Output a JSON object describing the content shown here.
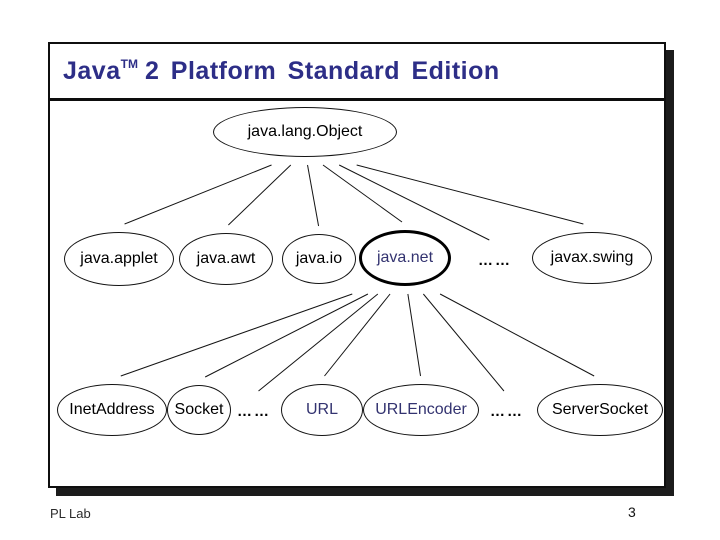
{
  "colors": {
    "title_text": "#2D2E87",
    "highlight_text": "#333370",
    "line": "#141414"
  },
  "slide": {
    "title": {
      "product": "Java",
      "trademark": "TM",
      "rest": "2 Platform Standard Edition"
    }
  },
  "diagram": {
    "nodes": [
      {
        "id": "object",
        "label": "java.lang.Object",
        "shape": "ellipse",
        "emphasized": false,
        "highlighted": false
      },
      {
        "id": "applet",
        "label": "java.applet",
        "shape": "ellipse",
        "emphasized": false,
        "highlighted": false
      },
      {
        "id": "awt",
        "label": "java.awt",
        "shape": "ellipse",
        "emphasized": false,
        "highlighted": false
      },
      {
        "id": "io",
        "label": "java.io",
        "shape": "ellipse",
        "emphasized": false,
        "highlighted": false
      },
      {
        "id": "net",
        "label": "java.net",
        "shape": "ellipse",
        "emphasized": true,
        "highlighted": true
      },
      {
        "id": "dots-l2",
        "label": "……",
        "shape": "text",
        "emphasized": false,
        "highlighted": false
      },
      {
        "id": "swing",
        "label": "javax.swing",
        "shape": "ellipse",
        "emphasized": false,
        "highlighted": false
      },
      {
        "id": "inet",
        "label": "InetAddress",
        "shape": "ellipse",
        "emphasized": false,
        "highlighted": false
      },
      {
        "id": "socket",
        "label": "Socket",
        "shape": "ellipse",
        "emphasized": false,
        "highlighted": false
      },
      {
        "id": "dots-l3a",
        "label": "……",
        "shape": "text",
        "emphasized": false,
        "highlighted": false
      },
      {
        "id": "url",
        "label": "URL",
        "shape": "ellipse",
        "emphasized": false,
        "highlighted": true
      },
      {
        "id": "urlencoder",
        "label": "URLEncoder",
        "shape": "ellipse",
        "emphasized": false,
        "highlighted": true
      },
      {
        "id": "dots-l3b",
        "label": "……",
        "shape": "text",
        "emphasized": false,
        "highlighted": false
      },
      {
        "id": "server",
        "label": "ServerSocket",
        "shape": "ellipse",
        "emphasized": false,
        "highlighted": false
      }
    ],
    "edges": [
      [
        "object",
        "applet"
      ],
      [
        "object",
        "awt"
      ],
      [
        "object",
        "io"
      ],
      [
        "object",
        "net"
      ],
      [
        "object",
        "dots-l2"
      ],
      [
        "object",
        "swing"
      ],
      [
        "net",
        "inet"
      ],
      [
        "net",
        "socket"
      ],
      [
        "net",
        "dots-l3a"
      ],
      [
        "net",
        "url"
      ],
      [
        "net",
        "urlencoder"
      ],
      [
        "net",
        "dots-l3b"
      ],
      [
        "net",
        "server"
      ]
    ]
  },
  "footer": {
    "label": "PL Lab",
    "page_number": "3"
  }
}
